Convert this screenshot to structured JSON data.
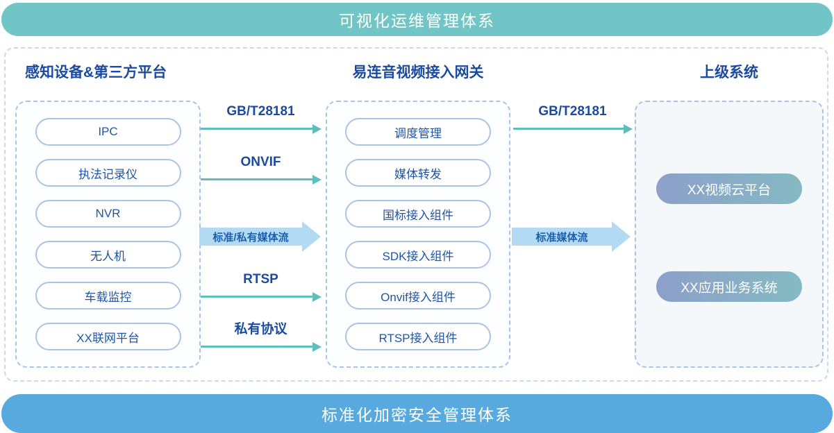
{
  "banners": {
    "top": "可视化运维管理体系",
    "bottom": "标准化加密安全管理体系"
  },
  "columns": {
    "devices": {
      "title": "感知设备&第三方平台",
      "items": [
        "IPC",
        "执法记录仪",
        "NVR",
        "无人机",
        "车载监控",
        "XX联网平台"
      ]
    },
    "gateway": {
      "title": "易连音视频接入网关",
      "items": [
        "调度管理",
        "媒体转发",
        "国标接入组件",
        "SDK接入组件",
        "Onvif接入组件",
        "RTSP接入组件"
      ]
    },
    "upper": {
      "title": "上级系统",
      "items": [
        "XX视频云平台",
        "XX应用业务系统"
      ]
    }
  },
  "flows": {
    "left_to_gateway": [
      "GB/T28181",
      "ONVIF",
      "RTSP",
      "私有协议"
    ],
    "left_media_stream": "标准/私有媒体流",
    "gateway_to_upper": [
      "GB/T28181"
    ],
    "gateway_media_stream": "标准媒体流"
  },
  "colors": {
    "top_banner": "#72c5c6",
    "bottom_banner": "#58aade",
    "heading_text": "#1b4ba1",
    "pill_border": "#a9c3e7",
    "pill_text": "#1e55a6",
    "arrow_teal": "#5fbfba",
    "media_arrow_fill": "#b3daf3",
    "media_arrow_text": "#1c5fae",
    "upper_pill_gradient_start": "#8c9fc9",
    "upper_pill_gradient_end": "#85bac3",
    "dashed_border": "#a9c4e8"
  }
}
